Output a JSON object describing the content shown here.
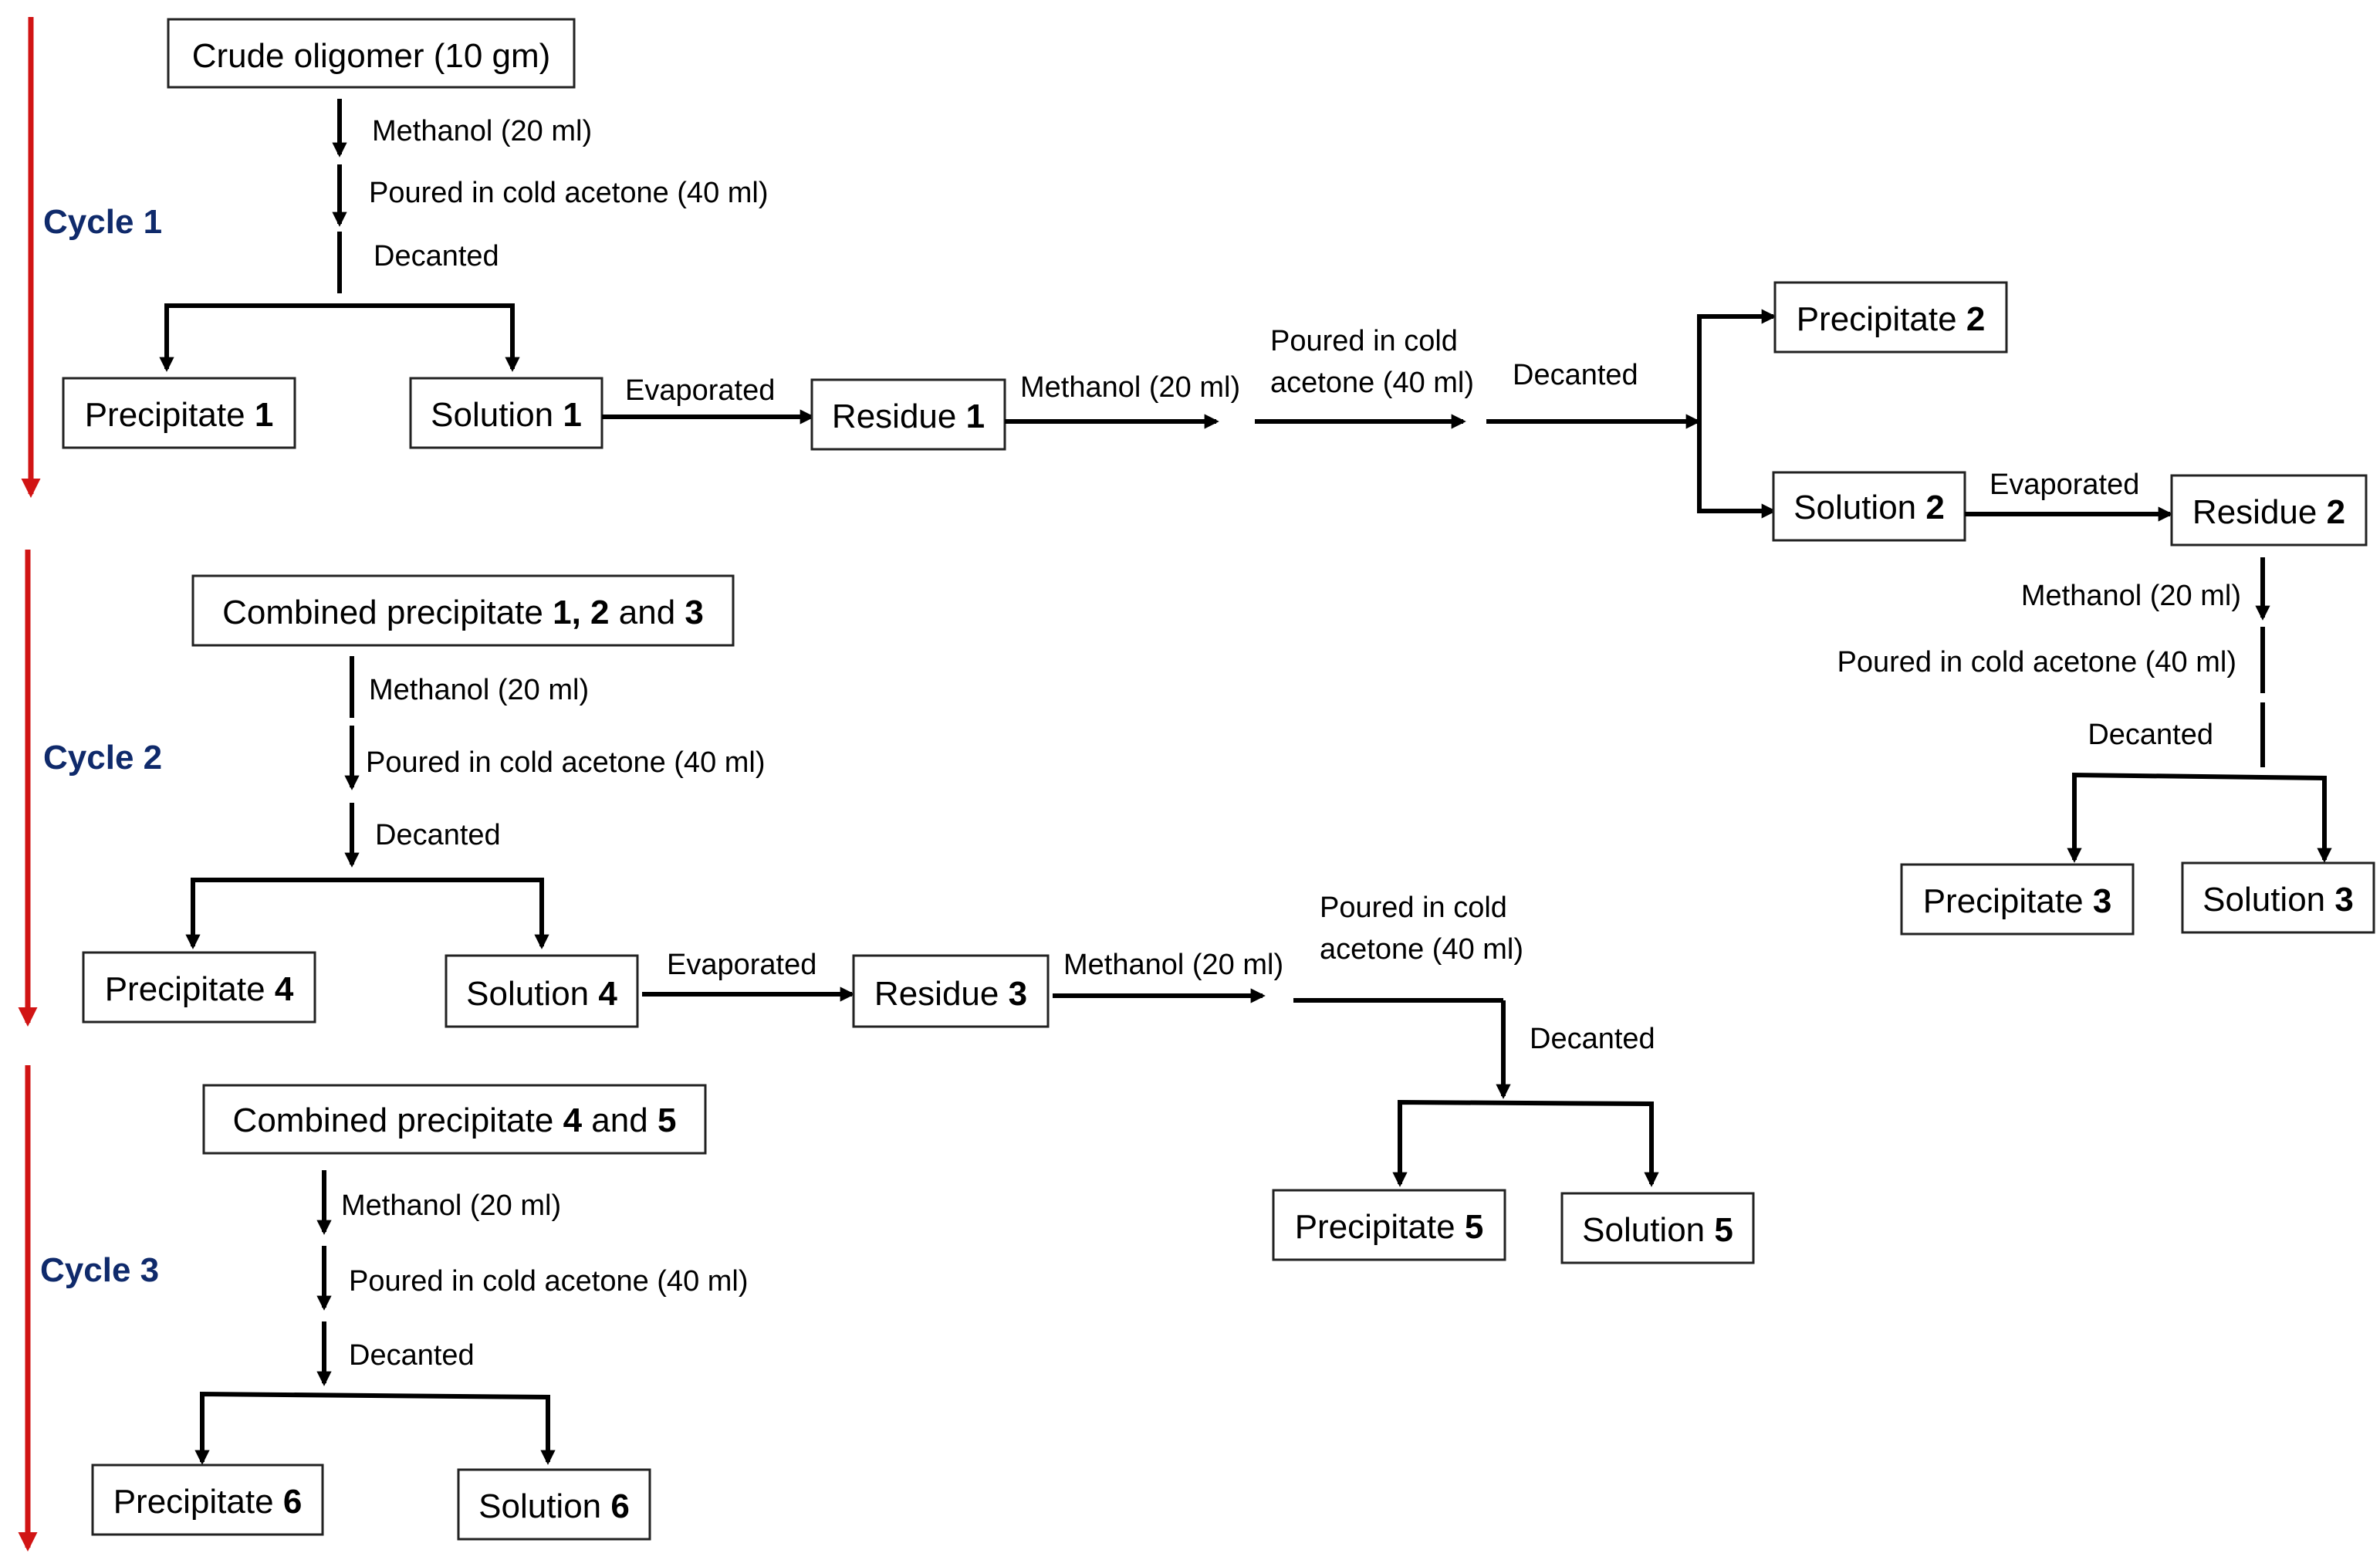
{
  "cycles": [
    "Cycle 1",
    "Cycle 2",
    "Cycle 3"
  ],
  "colors": {
    "cycle_arrow": "#d11414",
    "cycle_label": "#0f2a6b",
    "lines": "#000000"
  },
  "boxes": {
    "crude": {
      "prefix": "Crude oligomer (10 gm)",
      "suffix": ""
    },
    "precipitate_1": {
      "prefix": "Precipitate",
      "suffix": "1"
    },
    "solution_1": {
      "prefix": "Solution",
      "suffix": "1"
    },
    "residue_1": {
      "prefix": "Residue",
      "suffix": "1"
    },
    "precipitate_2": {
      "prefix": "Precipitate",
      "suffix": "2"
    },
    "solution_2": {
      "prefix": "Solution",
      "suffix": "2"
    },
    "residue_2": {
      "prefix": "Residue",
      "suffix": "2"
    },
    "precipitate_3": {
      "prefix": "Precipitate",
      "suffix": "3"
    },
    "solution_3": {
      "prefix": "Solution",
      "suffix": "3"
    },
    "combined_123": {
      "prefix": "Combined precipitate",
      "suffix": "1, 2",
      "connector": "and",
      "suffix2": "3"
    },
    "precipitate_4": {
      "prefix": "Precipitate",
      "suffix": "4"
    },
    "solution_4": {
      "prefix": "Solution",
      "suffix": "4"
    },
    "residue_3": {
      "prefix": "Residue",
      "suffix": "3"
    },
    "precipitate_5": {
      "prefix": "Precipitate",
      "suffix": "5"
    },
    "solution_5": {
      "prefix": "Solution",
      "suffix": "5"
    },
    "combined_45": {
      "prefix": "Combined precipitate",
      "suffix": "4",
      "connector": "and",
      "suffix2": "5"
    },
    "precipitate_6": {
      "prefix": "Precipitate",
      "suffix": "6"
    },
    "solution_6": {
      "prefix": "Solution",
      "suffix": "6"
    }
  },
  "steps": {
    "methanol": "Methanol (20 ml)",
    "poured": "Poured in cold acetone (40 ml)",
    "poured_line1": "Poured in cold",
    "poured_line2": "acetone (40 ml)",
    "decanted": "Decanted",
    "evaporated": "Evaporated"
  }
}
